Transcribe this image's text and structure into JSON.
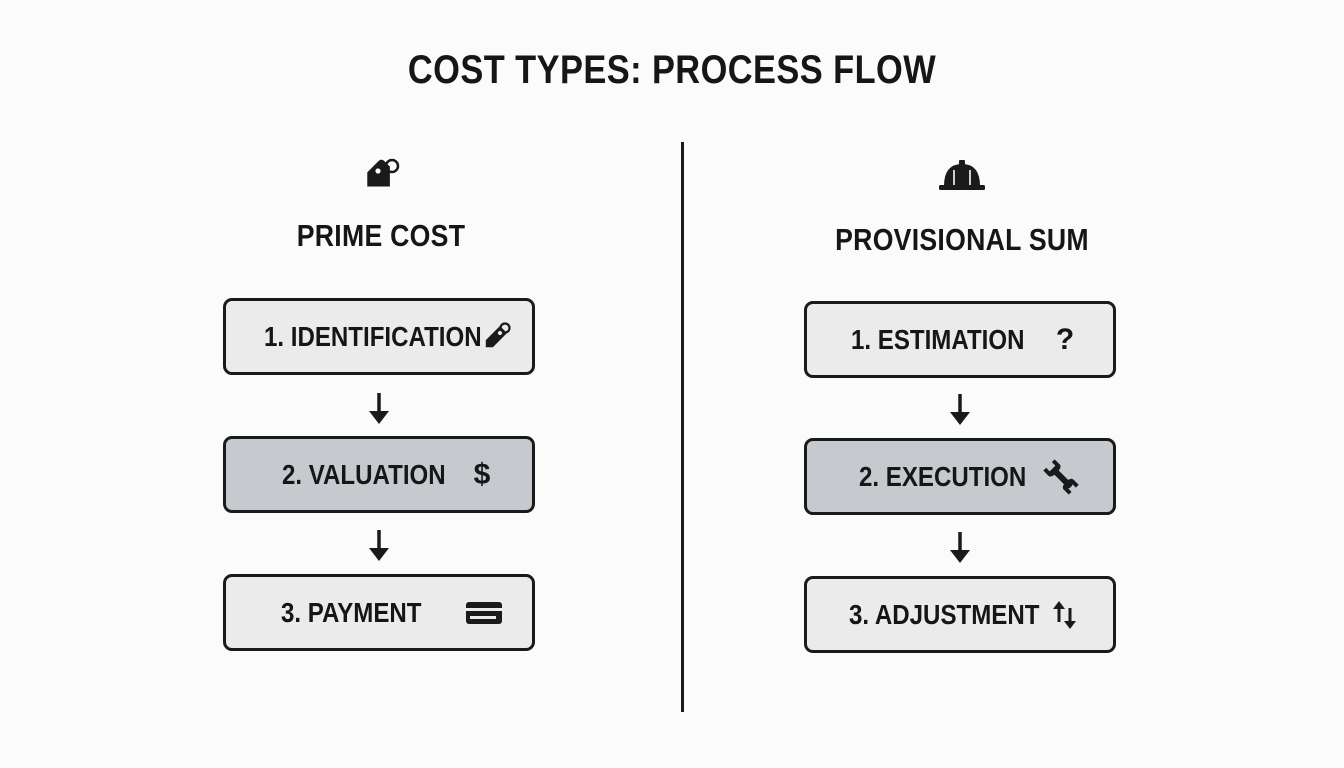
{
  "title": "COST TYPES: PROCESS FLOW",
  "columns": [
    {
      "heading": "PRIME COST",
      "icon": "price-tag-icon",
      "steps": [
        {
          "label": "1. IDENTIFICATION",
          "icon": "price-tag-icon",
          "highlighted": false
        },
        {
          "label": "2. VALUATION",
          "icon": "dollar-icon",
          "icon_text": "$",
          "highlighted": true
        },
        {
          "label": "3. PAYMENT",
          "icon": "credit-card-icon",
          "highlighted": false
        }
      ]
    },
    {
      "heading": "PROVISIONAL SUM",
      "icon": "hard-hat-icon",
      "steps": [
        {
          "label": "1. ESTIMATION",
          "icon": "question-icon",
          "icon_text": "?",
          "highlighted": false
        },
        {
          "label": "2. EXECUTION",
          "icon": "wrench-icon",
          "highlighted": true
        },
        {
          "label": "3. ADJUSTMENT",
          "icon": "up-down-arrows-icon",
          "highlighted": false
        }
      ]
    }
  ],
  "colors": {
    "background": "#fafbfa",
    "box_fill": "#ebebeb",
    "box_fill_highlight": "#c6cacf",
    "stroke": "#1a1a1a"
  }
}
